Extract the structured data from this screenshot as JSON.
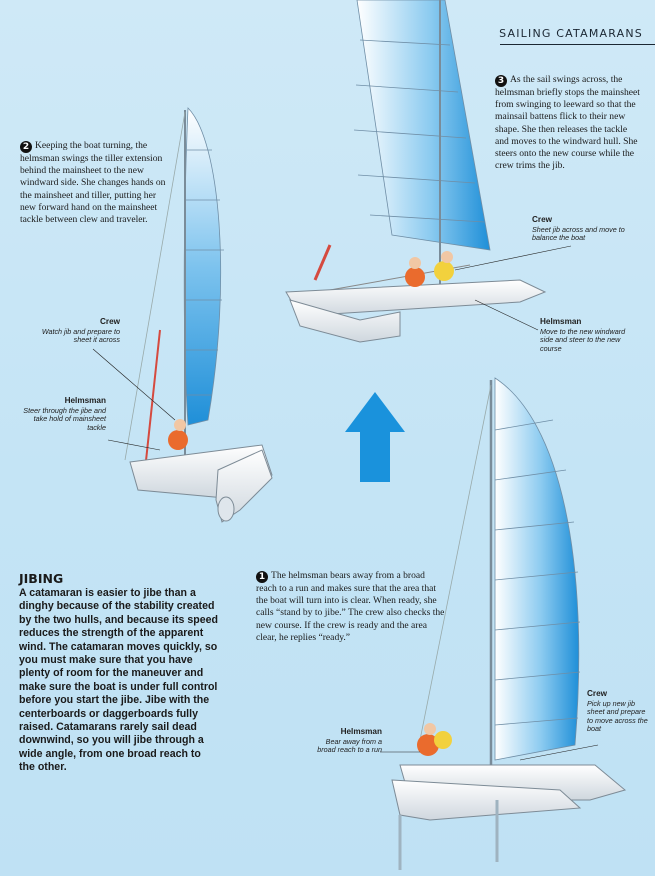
{
  "header": {
    "section": "SAILING CATAMARANS"
  },
  "colors": {
    "sail_blue": "#1f8fd8",
    "hull": "#f2f2f2",
    "arrow": "#1a92dc",
    "background": "#c4e4f5"
  },
  "step1": {
    "number": "1",
    "text": "The helmsman bears away from a broad reach to a run and makes sure that the area that the boat will turn into is clear. When ready, she calls “stand by to jibe.” The crew also checks the new course. If the crew is ready and the area clear, he replies “ready.”",
    "helmsman": {
      "title": "Helmsman",
      "text": "Bear away from a broad reach to a run"
    },
    "crew": {
      "title": "Crew",
      "text": "Pick up new jib sheet and prepare to move across the boat"
    }
  },
  "step2": {
    "number": "2",
    "text": "Keeping the boat turning, the helmsman swings the tiller extension behind the mainsheet to the new windward side. She changes hands on the mainsheet and tiller, putting her new forward hand on the mainsheet tackle between clew and traveler.",
    "crew": {
      "title": "Crew",
      "text": "Watch jib and prepare to sheet it across"
    },
    "helmsman": {
      "title": "Helmsman",
      "text": "Steer through the jibe and take hold of mainsheet tackle"
    }
  },
  "step3": {
    "number": "3",
    "text": "As the sail swings across, the helmsman briefly stops the mainsheet from swinging to leeward so that the mainsail battens flick to their new shape. She then releases the tackle and moves to the windward hull. She steers onto the new course while the crew trims the jib.",
    "crew": {
      "title": "Crew",
      "text": "Sheet jib across and move to balance the boat"
    },
    "helmsman": {
      "title": "Helmsman",
      "text": "Move to the new windward side and steer to the new course"
    }
  },
  "jibing": {
    "title": "JIBING",
    "body": "A catamaran is easier to jibe than a dinghy because of the stability created by the two hulls, and because its speed reduces the strength of the apparent wind. The catamaran moves quickly, so you must make sure that you have plenty of room for the maneuver and make sure the boat is under full control before you start the jibe. Jibe with the centerboards or daggerboards fully raised. Catamarans rarely sail dead downwind, so you will jibe through a wide angle, from one broad reach to the other."
  }
}
